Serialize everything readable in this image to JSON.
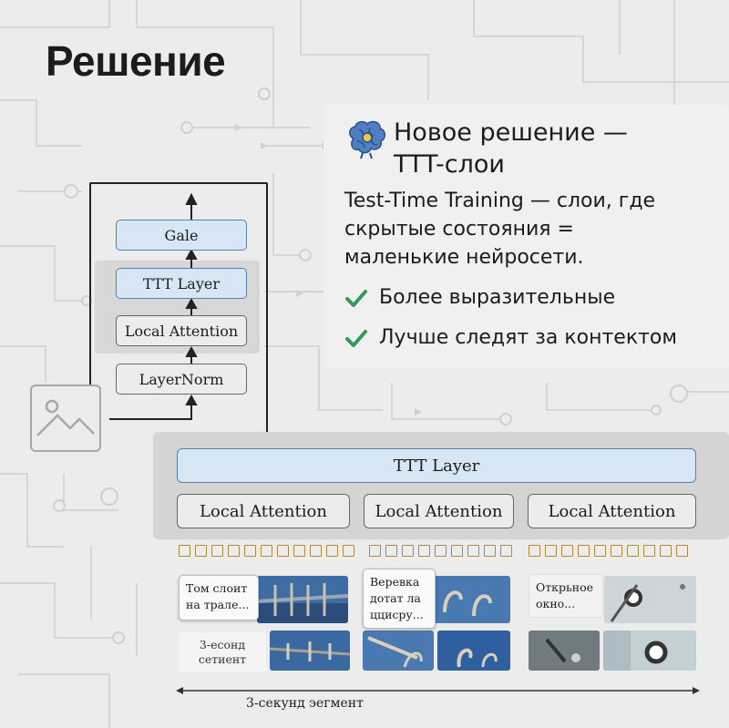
{
  "title": "Решение",
  "panel": {
    "heading_lines": [
      "Новое решение —",
      "TTT-слои"
    ],
    "icon": "brain-icon",
    "description_lines": [
      "Test-Time Training — слои, где",
      "скрытые состояния =",
      "маленькие нейросети."
    ],
    "bullets": [
      "Более выразительные",
      "Лучше следят за контектом"
    ],
    "check_color": "#2f9a5a"
  },
  "stack": {
    "blocks": [
      "Gale",
      "TTT Layer",
      "Local Attention",
      "LayerNorm"
    ]
  },
  "bottom": {
    "ttt_label": "TTT Layer",
    "attention_labels": [
      "Local Attention",
      "Local Attention",
      "Local Attention"
    ],
    "captions": [
      [
        "Том слоит",
        "на трале..."
      ],
      [
        "Веревка",
        "дотат ла",
        "ццисру..."
      ],
      [
        "Открьное",
        "окно..."
      ]
    ],
    "segment_note": [
      "3-есонд",
      "сетиент"
    ],
    "axis_label": "3-секунд эегмент"
  },
  "colors": {
    "accent_blue_fill": "#d6e6f4",
    "accent_blue_border": "#5b7fa6",
    "token_border": "#b08a3c"
  }
}
